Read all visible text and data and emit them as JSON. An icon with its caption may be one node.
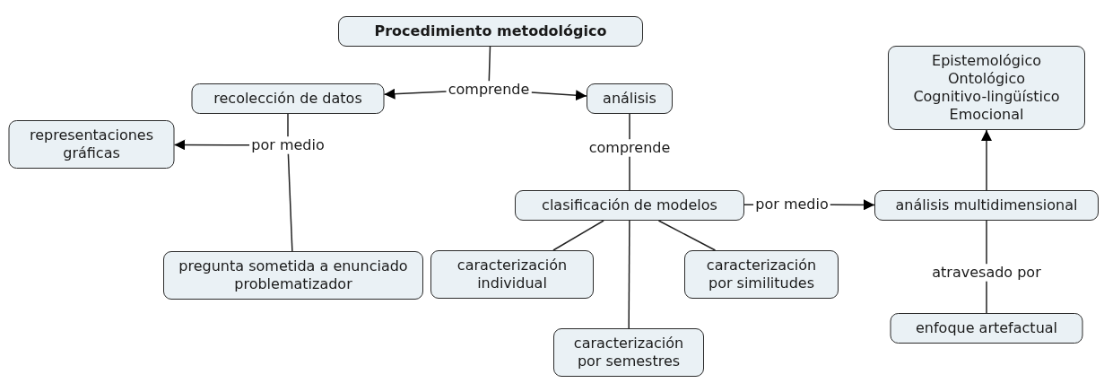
{
  "diagram": {
    "nodes": [
      {
        "text": [
          "Procedimiento metodológico"
        ]
      },
      {
        "text": [
          "comprende"
        ]
      },
      {
        "text": [
          "recolección de datos"
        ]
      },
      {
        "text": [
          "análisis"
        ]
      },
      {
        "text": [
          "por medio"
        ]
      },
      {
        "text": [
          "representaciones gráficas"
        ]
      },
      {
        "text": [
          "pregunta sometida a enunciado problematizador"
        ]
      },
      {
        "text": [
          "comprende"
        ]
      },
      {
        "text": [
          "clasificación de modelos"
        ]
      },
      {
        "text": [
          "por medio"
        ]
      },
      {
        "text": [
          "análisis multidimensional"
        ]
      },
      {
        "text": [
          "Epistemológico",
          "Ontológico",
          "Cognitivo-lingüístico",
          "Emocional"
        ]
      },
      {
        "text": [
          "caracterización individual"
        ]
      },
      {
        "text": [
          "caracterización por similitudes"
        ]
      },
      {
        "text": [
          "caracterización por semestres"
        ]
      },
      {
        "text": [
          "atravesado por"
        ]
      },
      {
        "text": [
          "enfoque artefactual"
        ]
      }
    ],
    "edges": [
      {
        "from": 0,
        "to": 1,
        "arrow": "none"
      },
      {
        "from": 1,
        "to": 2,
        "arrow": "to"
      },
      {
        "from": 1,
        "to": 3,
        "arrow": "to"
      },
      {
        "from": 2,
        "to": 4,
        "arrow": "none"
      },
      {
        "from": 4,
        "to": 5,
        "arrow": "to"
      },
      {
        "from": 4,
        "to": 6,
        "arrow": "none"
      },
      {
        "from": 3,
        "to": 7,
        "arrow": "none"
      },
      {
        "from": 7,
        "to": 8,
        "arrow": "none"
      },
      {
        "from": 8,
        "to": 9,
        "arrow": "none"
      },
      {
        "from": 9,
        "to": 10,
        "arrow": "to"
      },
      {
        "from": 8,
        "to": 12,
        "arrow": "none"
      },
      {
        "from": 8,
        "to": 13,
        "arrow": "none"
      },
      {
        "from": 8,
        "to": 14,
        "arrow": "none"
      },
      {
        "from": 10,
        "to": 11,
        "arrow": "to"
      },
      {
        "from": 16,
        "to": 15,
        "arrow": "none"
      },
      {
        "from": 15,
        "to": 10,
        "arrow": "none"
      }
    ]
  }
}
